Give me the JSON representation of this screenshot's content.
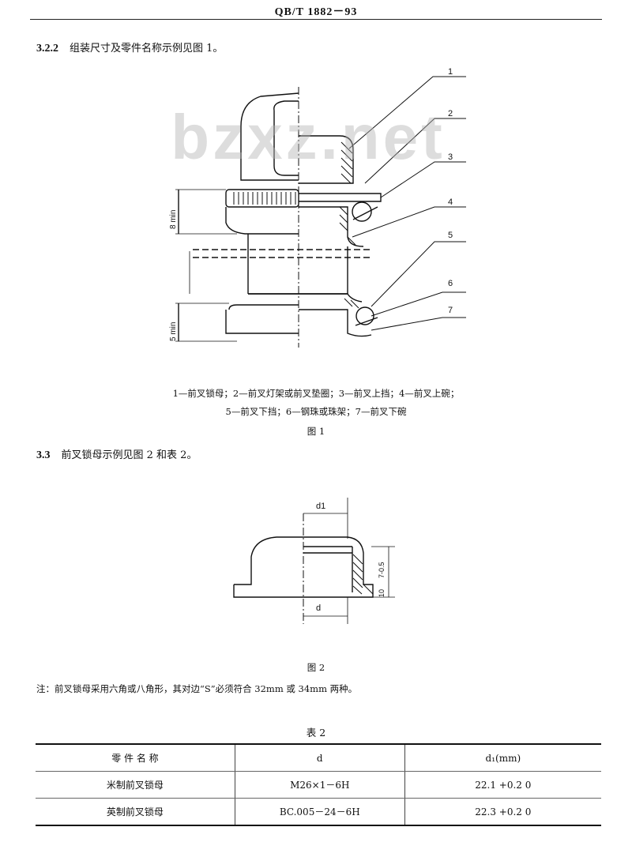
{
  "header": {
    "standard_no": "QB/T 1882－93"
  },
  "clause_3_2_2": {
    "number": "3.2.2",
    "text": "组装尺寸及零件名称示例见图 1。"
  },
  "figure1": {
    "callouts": [
      "1",
      "2",
      "3",
      "4",
      "5",
      "6",
      "7"
    ],
    "dim_top": "8 min",
    "dim_bottom": "5 min",
    "caption_line1": "1—前叉锁母；2—前叉灯架或前叉垫圈；3—前叉上挡；4—前叉上碗；",
    "caption_line2": "5—前叉下挡；6—钢珠或珠架；7—前叉下碗",
    "label": "图 1"
  },
  "watermark": "bzxz.net",
  "clause_3_3": {
    "number": "3.3",
    "text": "前叉锁母示例见图 2 和表 2。"
  },
  "figure2": {
    "dim_d1": "d1",
    "dim_d": "d",
    "dim_h1": "7-0.5",
    "dim_h2": "10",
    "label": "图 2"
  },
  "note": "注：前叉锁母采用六角或八角形，其对边“S”必须符合 32mm 或 34mm 两种。",
  "table2": {
    "title": "表 2",
    "headers": [
      "零 件 名 称",
      "d",
      "d₁(mm)"
    ],
    "rows": [
      [
        "米制前叉锁母",
        "M26×1－6H",
        "22.1 +0.2 0"
      ],
      [
        "英制前叉锁母",
        "BC.005－24－6H",
        "22.3 +0.2 0"
      ]
    ]
  }
}
